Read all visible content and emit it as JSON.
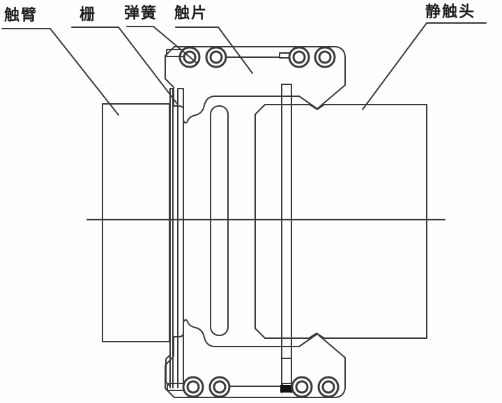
{
  "diagram": {
    "type": "technical-line-drawing",
    "subject": "tulip contact assembly cross-section",
    "labels": [
      {
        "id": "contact-arm",
        "text": "触臂"
      },
      {
        "id": "grid",
        "text": "栅"
      },
      {
        "id": "spring",
        "text": "弹簧"
      },
      {
        "id": "contact-finger",
        "text": "触片"
      },
      {
        "id": "static-contact",
        "text": "静触头"
      }
    ],
    "colors": {
      "line": "#3a3a3a",
      "background": "#fefefe",
      "solid_fill": "#141414",
      "text": "#1e1e1e"
    }
  }
}
